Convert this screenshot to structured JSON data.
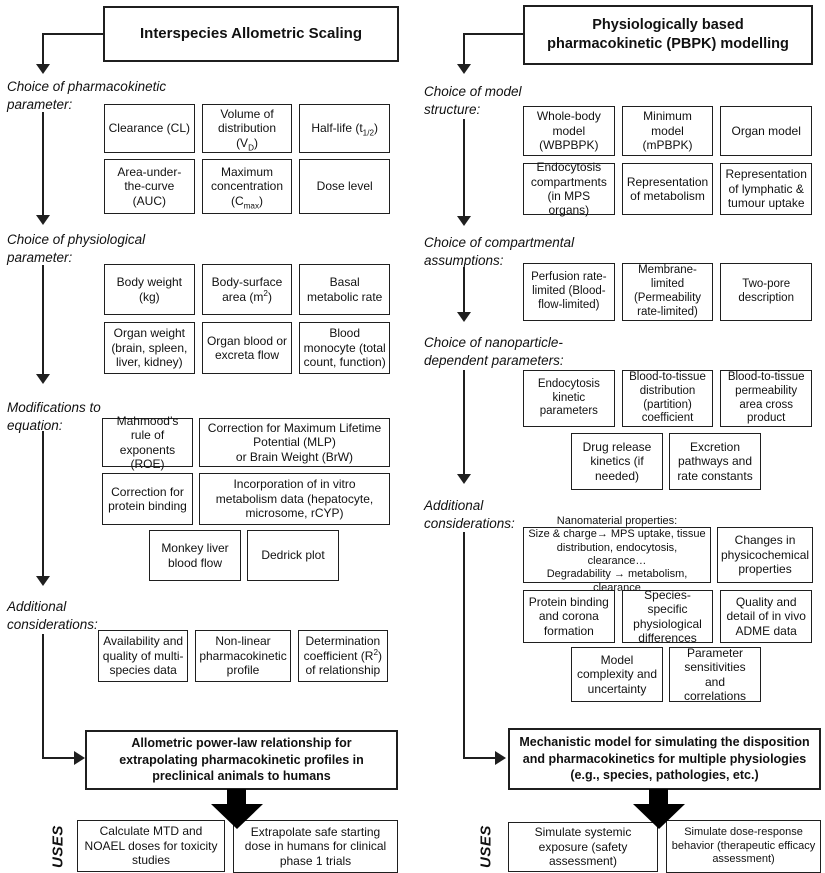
{
  "left": {
    "title": "Interspecies Allometric Scaling",
    "sections": [
      {
        "label": "Choice of pharmacokinetic parameter:",
        "rows": [
          [
            "Clearance (CL)",
            "Volume of distribution (V<sub>D</sub>)",
            "Half-life (t<sub>1/2</sub>)"
          ],
          [
            "Area-under-the-curve (AUC)",
            "Maximum concentration (C<sub>max</sub>)",
            "Dose level"
          ]
        ]
      },
      {
        "label": "Choice of physiological parameter:",
        "rows": [
          [
            "Body weight (kg)",
            "Body-surface area (m<sup>2</sup>)",
            "Basal metabolic rate"
          ],
          [
            "Organ weight (brain, spleen, liver, kidney)",
            "Organ blood or excreta flow",
            "Blood monocyte (total count, function)"
          ]
        ]
      },
      {
        "label": "Modifications to equation:",
        "rows": [
          [
            "Mahmood’s rule of exponents (ROE)",
            "Correction for Maximum Lifetime Potential (MLP)<br>or Brain Weight (BrW)"
          ],
          [
            "Correction for protein binding",
            "Incorporation of in vitro metabolism data (hepatocyte, microsome, rCYP)"
          ],
          [
            "Monkey liver blood flow",
            "Dedrick plot"
          ]
        ]
      },
      {
        "label": "Additional considerations:",
        "rows": [
          [
            "Availability and quality of multi-species data",
            "Non-linear pharmacokinetic profile",
            "Determination coefficient (R<sup>2</sup>) of relationship"
          ]
        ]
      }
    ],
    "outcome": "Allometric power-law relationship for extrapolating pharmacokinetic profiles in preclinical animals to humans",
    "uses_label": "USES",
    "uses": [
      "Calculate MTD and NOAEL doses for toxicity studies",
      "Extrapolate safe starting dose in humans for clinical phase 1 trials"
    ]
  },
  "right": {
    "title": "Physiologically based pharmacokinetic (PBPK) modelling",
    "sections": [
      {
        "label": "Choice of model structure:",
        "rows": [
          [
            "Whole-body model (WBPBPK)",
            "Minimum model (mPBPK)",
            "Organ model"
          ],
          [
            "Endocytosis compartments (in MPS organs)",
            "Representation of metabolism",
            "Representation of lymphatic &amp; tumour uptake"
          ]
        ]
      },
      {
        "label": "Choice of compartmental assumptions:",
        "rows": [
          [
            "Perfusion rate-limited (Blood-flow-limited)",
            "Membrane-limited (Permeability rate-limited)",
            "Two-pore description"
          ]
        ]
      },
      {
        "label": "Choice of nanoparticle-dependent parameters:",
        "rows": [
          [
            "Endocytosis kinetic parameters",
            "Blood-to-tissue distribution (partition) coefficient",
            "Blood-to-tissue permeability area cross product"
          ],
          [
            "Drug release kinetics (if needed)",
            "Excretion pathways and rate constants"
          ]
        ]
      },
      {
        "label": "Additional considerations:",
        "rows": [
          [
            "Nanomaterial properties:<br>Size &amp; charge→ MPS uptake, tissue distribution, endocytosis, clearance…<br>Degradability → metabolism, clearance",
            "Changes in physicochemical properties"
          ],
          [
            "Protein binding and corona formation",
            "Species-specific physiological differences",
            "Quality and detail of in vivo ADME data"
          ],
          [
            "Model complexity and uncertainty",
            "Parameter sensitivities and correlations"
          ]
        ]
      }
    ],
    "outcome": "Mechanistic model for simulating the disposition and pharmacokinetics for multiple physiologies (e.g., species, pathologies, etc.)",
    "uses_label": "USES",
    "uses": [
      "Simulate systemic exposure (safety assessment)",
      "Simulate dose-response behavior (therapeutic efficacy assessment)"
    ]
  }
}
